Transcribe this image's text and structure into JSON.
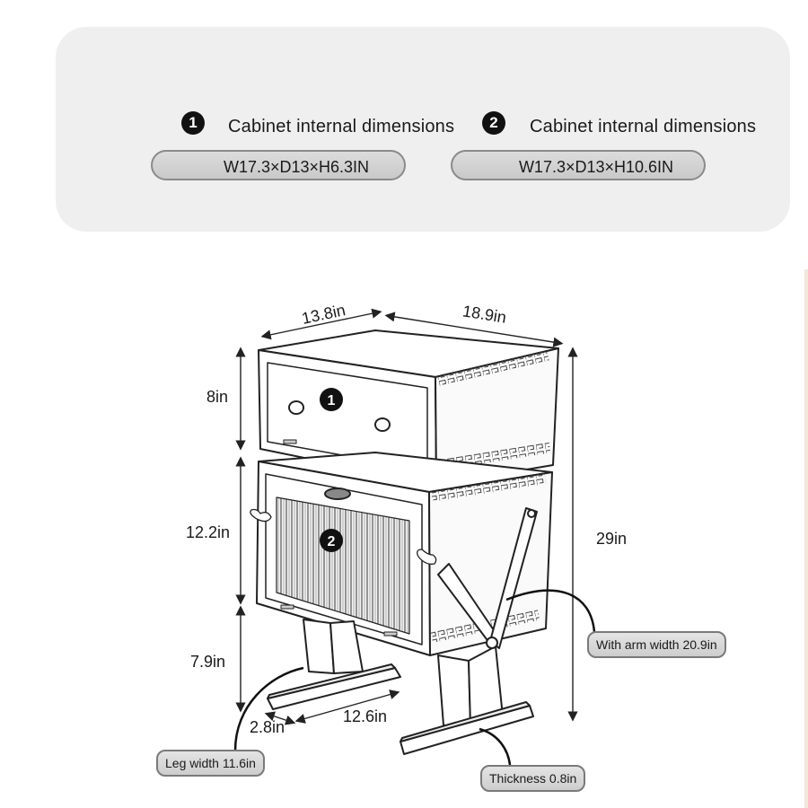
{
  "specs": [
    {
      "number": "1",
      "title": "Cabinet internal dimensions",
      "value": "W17.3×D13×H6.3IN"
    },
    {
      "number": "2",
      "title": "Cabinet internal dimensions",
      "value": "W17.3×D13×H10.6IN"
    }
  ],
  "drawing": {
    "drawer_labels": [
      "1",
      "2"
    ]
  },
  "dimensions": {
    "depth": "13.8in",
    "width": "18.9in",
    "top_height": "8in",
    "middle_height": "12.2in",
    "leg_height": "7.9in",
    "total_height": "29in",
    "foot_width": "2.8in",
    "foot_length": "12.6in"
  },
  "callouts": {
    "arm_width": "With arm width 20.9in",
    "leg_width": "Leg width 11.6in",
    "thickness": "Thickness 0.8in"
  }
}
